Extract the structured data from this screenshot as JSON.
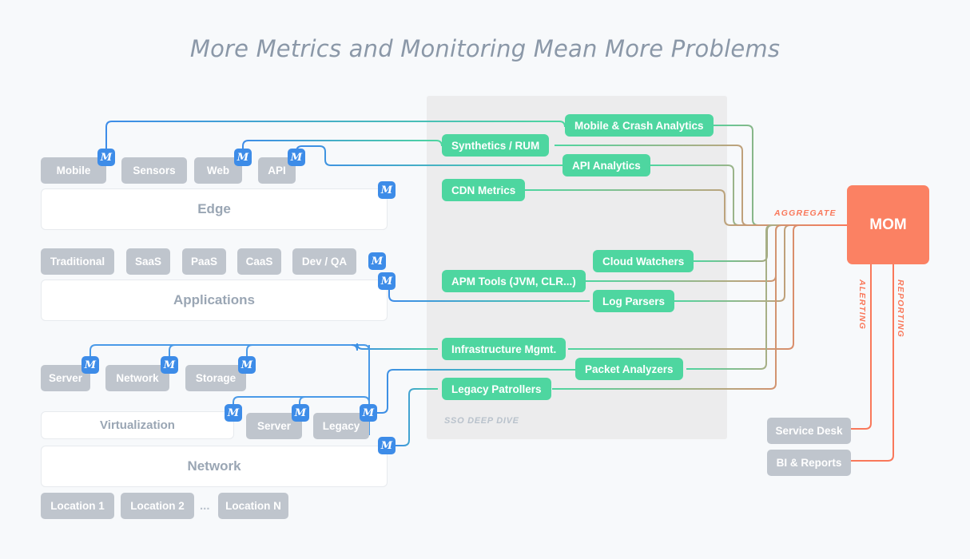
{
  "page": {
    "title": "More Metrics and Monitoring Mean More Problems",
    "background": "#f7f9fb"
  },
  "colors": {
    "accent_blue": "#3d8ce8",
    "accent_green": "#4ed6a0",
    "accent_orange": "#fb8163",
    "node_gray": "#bfc5cd",
    "panel_gray": "#ececed",
    "title_gray": "#8b98a8"
  },
  "panel": {
    "label": "SSO DEEP DIVE"
  },
  "badge": {
    "label": "M",
    "name": "metric-badge"
  },
  "left_stack": {
    "edge_sources": [
      {
        "label": "Mobile",
        "badge": true
      },
      {
        "label": "Sensors",
        "badge": false
      },
      {
        "label": "Web",
        "badge": true
      },
      {
        "label": "API",
        "badge": true
      }
    ],
    "edge_shell": {
      "label": "Edge",
      "badge": true
    },
    "application_sources": [
      {
        "label": "Traditional"
      },
      {
        "label": "SaaS"
      },
      {
        "label": "PaaS"
      },
      {
        "label": "CaaS"
      },
      {
        "label": "Dev / QA"
      }
    ],
    "applications_shell": {
      "label": "Applications",
      "badge": true
    },
    "infrastructure_sources": [
      {
        "label": "Server",
        "badge": true
      },
      {
        "label": "Network",
        "badge": true
      },
      {
        "label": "Storage",
        "badge": true
      }
    ],
    "virtualization_shell": {
      "label": "Virtualization"
    },
    "virtualization_sources": [
      {
        "label": "Server",
        "badge": true
      },
      {
        "label": "Legacy",
        "badge": true
      }
    ],
    "network_shell": {
      "label": "Network",
      "badge": true
    },
    "locations": [
      {
        "label": "Location 1"
      },
      {
        "label": "Location 2"
      },
      {
        "label": "Location N"
      }
    ],
    "locations_ellipsis": "..."
  },
  "tools": [
    {
      "label": "Mobile & Crash Analytics"
    },
    {
      "label": "Synthetics / RUM"
    },
    {
      "label": "API Analytics"
    },
    {
      "label": "CDN Metrics"
    },
    {
      "label": "Cloud Watchers"
    },
    {
      "label": "APM Tools (JVM, CLR...)"
    },
    {
      "label": "Log Parsers"
    },
    {
      "label": "Infrastructure Mgmt."
    },
    {
      "label": "Packet Analyzers"
    },
    {
      "label": "Legacy Patrollers"
    }
  ],
  "aggregation": {
    "aggregate_label": "AGGREGATE",
    "mom_label": "MOM",
    "alerting_label": "ALERTING",
    "reporting_label": "REPORTING",
    "consumers": [
      {
        "label": "Service Desk"
      },
      {
        "label": "BI & Reports"
      }
    ]
  }
}
